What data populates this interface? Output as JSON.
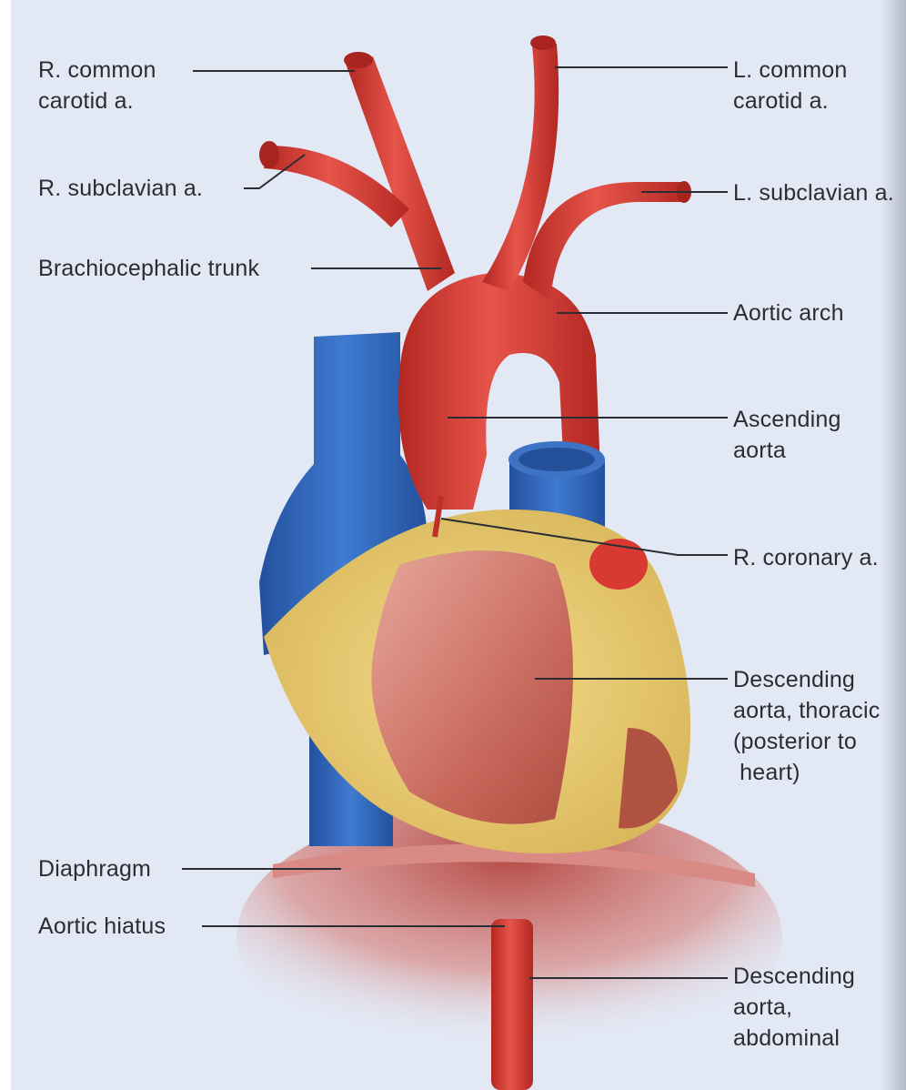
{
  "figure": {
    "subject": "Heart with aorta and major branches (anterior view)",
    "colors": {
      "background": "#e2e8f4",
      "artery": "#d83a32",
      "artery_dark": "#a82420",
      "vein": "#2f63b8",
      "fat": "#e9cf74",
      "myocardium": "#c96a66",
      "leader_line": "#2a2d33",
      "text": "#2a2d33"
    },
    "labels_left": [
      {
        "id": "r-common-carotid",
        "text": "R. common\ncarotid a."
      },
      {
        "id": "r-subclavian",
        "text": "R. subclavian a."
      },
      {
        "id": "brachiocephalic-trunk",
        "text": "Brachiocephalic trunk"
      },
      {
        "id": "diaphragm",
        "text": "Diaphragm"
      },
      {
        "id": "aortic-hiatus",
        "text": "Aortic hiatus"
      }
    ],
    "labels_right": [
      {
        "id": "l-common-carotid",
        "text": "L. common\ncarotid a."
      },
      {
        "id": "l-subclavian",
        "text": "L. subclavian a."
      },
      {
        "id": "aortic-arch",
        "text": "Aortic arch"
      },
      {
        "id": "ascending-aorta",
        "text": "Ascending\naorta"
      },
      {
        "id": "r-coronary",
        "text": "R. coronary a."
      },
      {
        "id": "descending-aorta-thoracic",
        "text": "Descending\naorta, thoracic\n(posterior to\n heart)"
      },
      {
        "id": "descending-aorta-abdominal",
        "text": "Descending\naorta,\nabdominal"
      }
    ]
  }
}
